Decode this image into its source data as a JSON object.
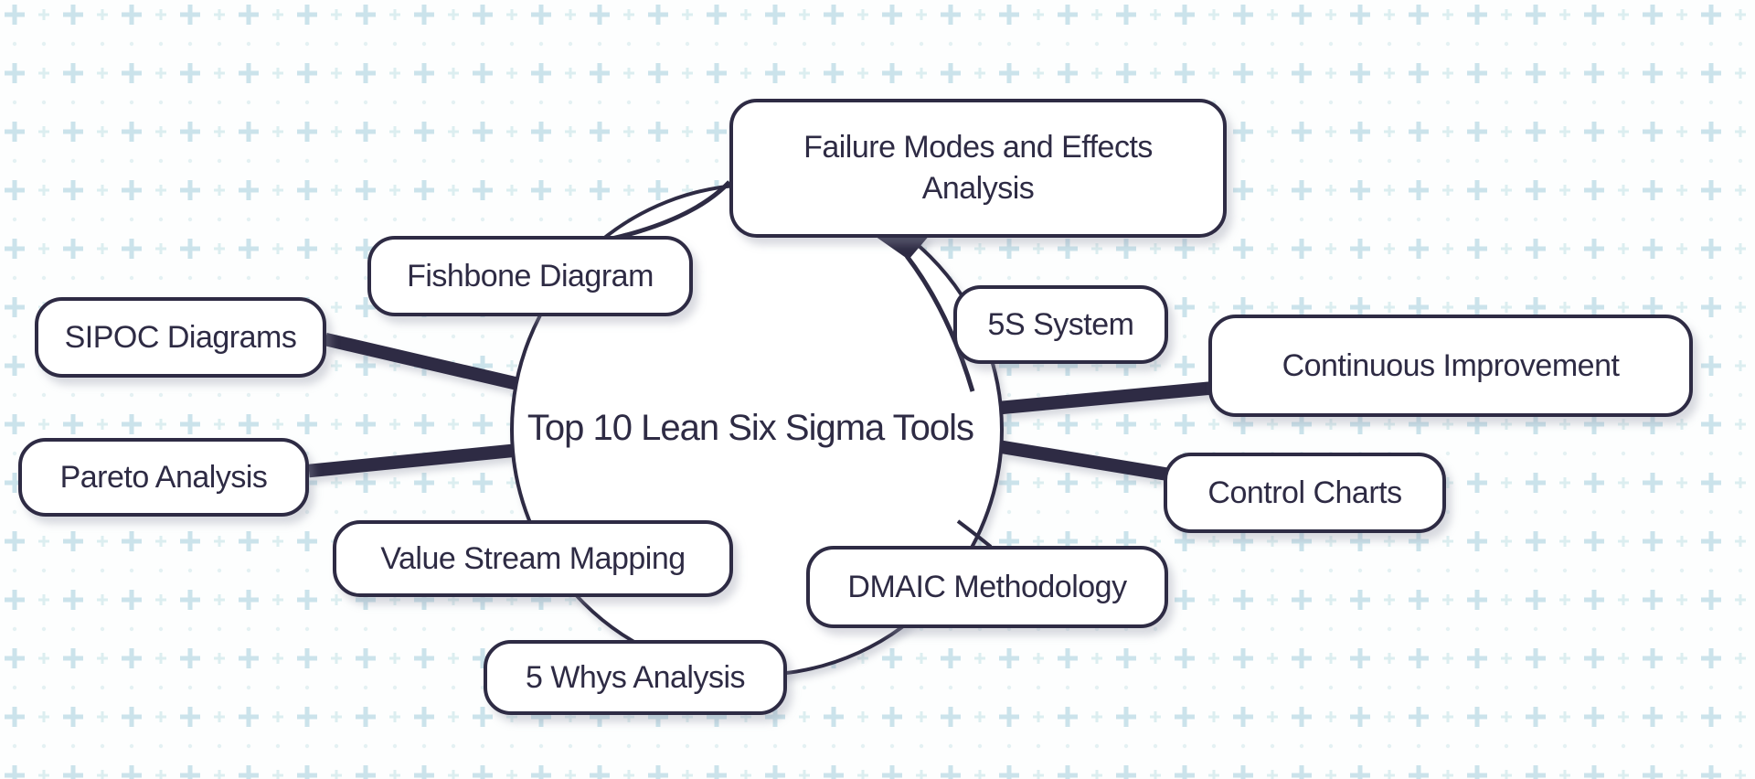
{
  "diagram": {
    "type": "mindmap",
    "central_topic": "Top 10 Lean Six Sigma Tools",
    "nodes": [
      {
        "id": "fmea",
        "label": "Failure Modes and Effects Analysis"
      },
      {
        "id": "fishbone",
        "label": "Fishbone Diagram"
      },
      {
        "id": "sipoc",
        "label": "SIPOC Diagrams"
      },
      {
        "id": "pareto",
        "label": "Pareto Analysis"
      },
      {
        "id": "vsm",
        "label": "Value Stream Mapping"
      },
      {
        "id": "whys",
        "label": "5 Whys Analysis"
      },
      {
        "id": "dmaic",
        "label": "DMAIC Methodology"
      },
      {
        "id": "control",
        "label": "Control Charts"
      },
      {
        "id": "ci",
        "label": "Continuous Improvement"
      },
      {
        "id": "s5",
        "label": "5S System"
      }
    ],
    "edges": [
      {
        "from": "Top 10 Lean Six Sigma Tools",
        "to": "Failure Modes and Effects Analysis"
      },
      {
        "from": "Top 10 Lean Six Sigma Tools",
        "to": "Fishbone Diagram"
      },
      {
        "from": "Top 10 Lean Six Sigma Tools",
        "to": "SIPOC Diagrams"
      },
      {
        "from": "Top 10 Lean Six Sigma Tools",
        "to": "Pareto Analysis"
      },
      {
        "from": "Top 10 Lean Six Sigma Tools",
        "to": "Value Stream Mapping"
      },
      {
        "from": "Top 10 Lean Six Sigma Tools",
        "to": "5 Whys Analysis"
      },
      {
        "from": "Top 10 Lean Six Sigma Tools",
        "to": "DMAIC Methodology"
      },
      {
        "from": "Top 10 Lean Six Sigma Tools",
        "to": "Control Charts"
      },
      {
        "from": "Top 10 Lean Six Sigma Tools",
        "to": "Continuous Improvement"
      },
      {
        "from": "Top 10 Lean Six Sigma Tools",
        "to": "5S System"
      }
    ]
  },
  "colors": {
    "ink": "#2e2b44",
    "node_fill": "#ffffff",
    "bg": "#fdfefe",
    "pattern_plus": "#cbe3eb",
    "pattern_plus_soft": "#dceef0",
    "pattern_dot": "#e4f1f3"
  }
}
